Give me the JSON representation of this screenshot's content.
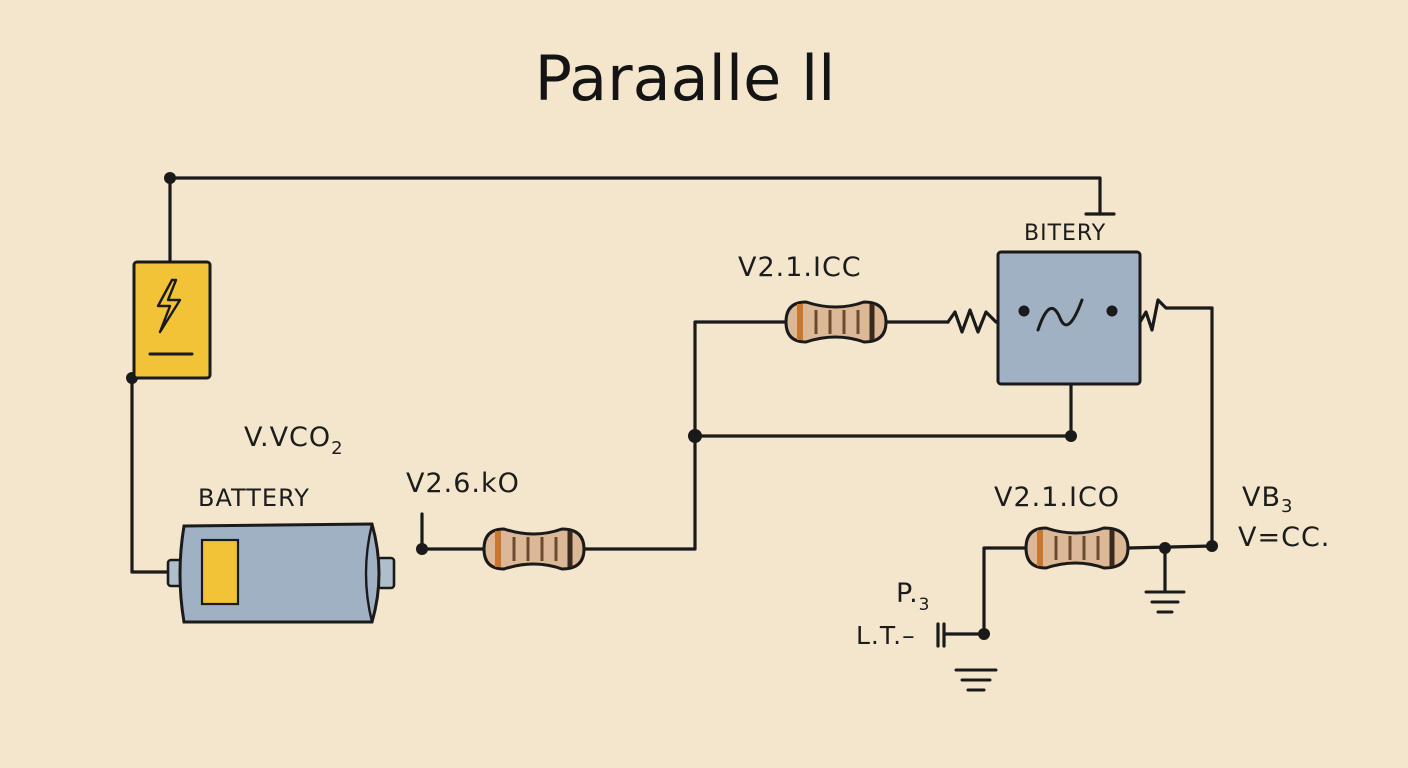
{
  "title": "Paraalle ll",
  "labels": {
    "top_battery": "BITERY",
    "resistor_top": "V2.1.ICC",
    "left_voltage": "V.VCO",
    "left_voltage_sub": "2",
    "battery": "BATTERY",
    "resistor_bottom_left": "V2.6.kO",
    "resistor_bottom_right": "V2.1.ICO",
    "right_v": "VB",
    "right_v_sub": "3",
    "right_v2": "V=CC.",
    "p_label": "P.",
    "p_sub": "3",
    "lt_label": "L.T.–"
  },
  "colors": {
    "background": "#f3e6cc",
    "wire": "#1a1a1a",
    "yellow_block": "#f2c237",
    "battery_body": "#9fb1c2",
    "box_body": "#9fb1c2",
    "resistor_body": "#dcb896"
  },
  "icons": {
    "lightning": "lightning-icon",
    "sine": "sine-wave-icon",
    "ground": "ground-icon"
  }
}
